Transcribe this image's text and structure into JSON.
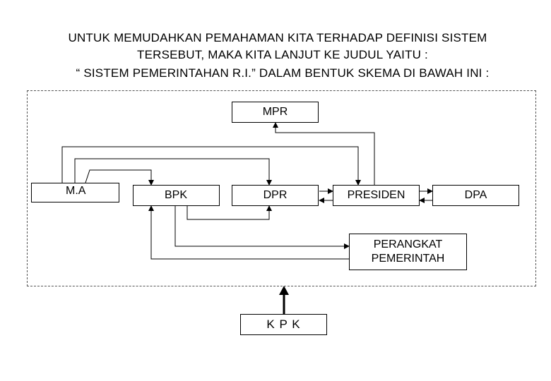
{
  "heading": {
    "line1": "UNTUK MEMUDAHKAN PEMAHAMAN KITA TERHADAP DEFINISI SISTEM",
    "line2": "TERSEBUT, MAKA KITA LANJUT KE JUDUL YAITU :",
    "line3": "“ SISTEM PEMERINTAHAN R.I.” DALAM BENTUK SKEMA DI BAWAH INI :"
  },
  "nodes": {
    "mpr": "MPR",
    "ma": "M.A",
    "bpk": "BPK",
    "dpr": "DPR",
    "presiden": "PRESIDEN",
    "dpa": "DPA",
    "perangkat_line1": "PERANGKAT",
    "perangkat_line2": "PEMERINTAH",
    "kpk": "K P K"
  },
  "colors": {
    "line": "#000000",
    "frame": "#555555"
  }
}
